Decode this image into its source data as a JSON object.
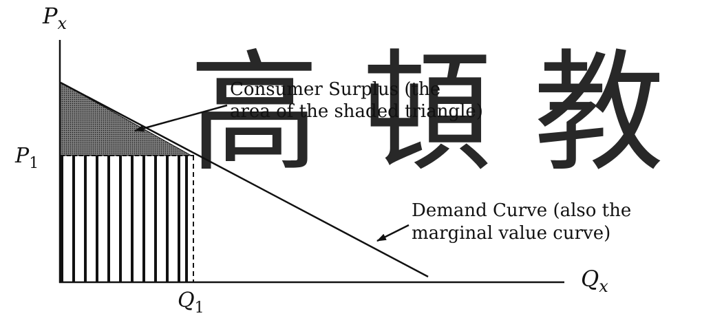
{
  "axes": {
    "y_label": "P",
    "y_sub": "x",
    "x_label": "Q",
    "x_sub": "x"
  },
  "ticks": {
    "price_label": "P",
    "price_sub": "1",
    "quantity_label": "Q",
    "quantity_sub": "1"
  },
  "annotations": {
    "consumer_surplus_line1": "Consumer Surplus (the",
    "consumer_surplus_line2": "area of the shaded triangle)",
    "demand_line1": "Demand Curve (also the",
    "demand_line2": "marginal value curve)"
  },
  "watermark": "高 頓 教",
  "colors": {
    "ink": "#111111",
    "shade": "#555555",
    "watermark": "#f0f0f0"
  }
}
